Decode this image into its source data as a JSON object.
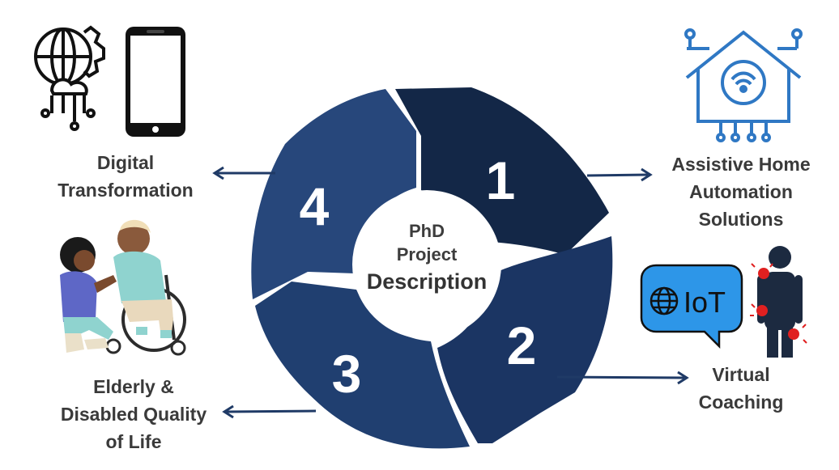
{
  "center": {
    "line1": "PhD",
    "line2": "Project",
    "line3": "Description"
  },
  "segments": [
    {
      "number": "1",
      "color": "#132747"
    },
    {
      "number": "2",
      "color": "#1b3563"
    },
    {
      "number": "3",
      "color": "#203f70"
    },
    {
      "number": "4",
      "color": "#27477b"
    }
  ],
  "labels": {
    "digital": [
      "Digital",
      "Transformation"
    ],
    "home": [
      "Assistive Home",
      "Automation",
      "Solutions"
    ],
    "coaching": [
      "Virtual",
      "Coaching"
    ],
    "elderly": [
      "Elderly &",
      "Disabled Quality",
      "of Life"
    ]
  },
  "iot_bubble": {
    "text": "IoT"
  },
  "icons": {
    "digital": [
      "globe-gear-cloud-icon",
      "smartphone-icon"
    ],
    "home": "smart-home-wifi-icon",
    "coaching": "body-sensor-icon",
    "elderly": "caregiver-wheelchair-illustration"
  },
  "colors": {
    "navy": "#1d3461",
    "arrow": "#1f3a66",
    "home_icon": "#2f78c4",
    "iot_bubble": "#2d96e8",
    "sensor": "#e02020"
  }
}
